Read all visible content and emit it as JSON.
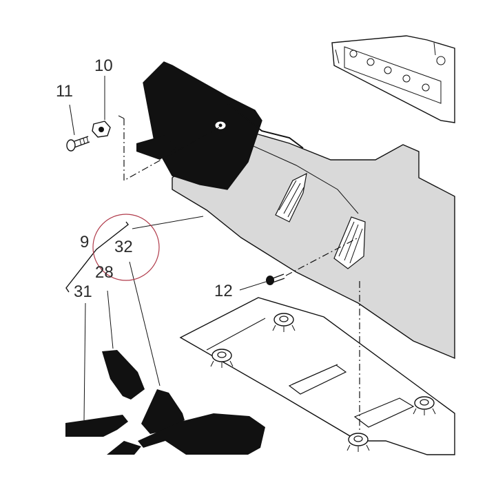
{
  "callouts": {
    "c11": "11",
    "c10": "10",
    "c9": "9",
    "c32": "32",
    "c28": "28",
    "c31": "31",
    "c12": "12"
  },
  "colors": {
    "panel_gray": "#d9d9d9",
    "part_black": "#111111",
    "highlight_circle": "#b03a4a"
  }
}
